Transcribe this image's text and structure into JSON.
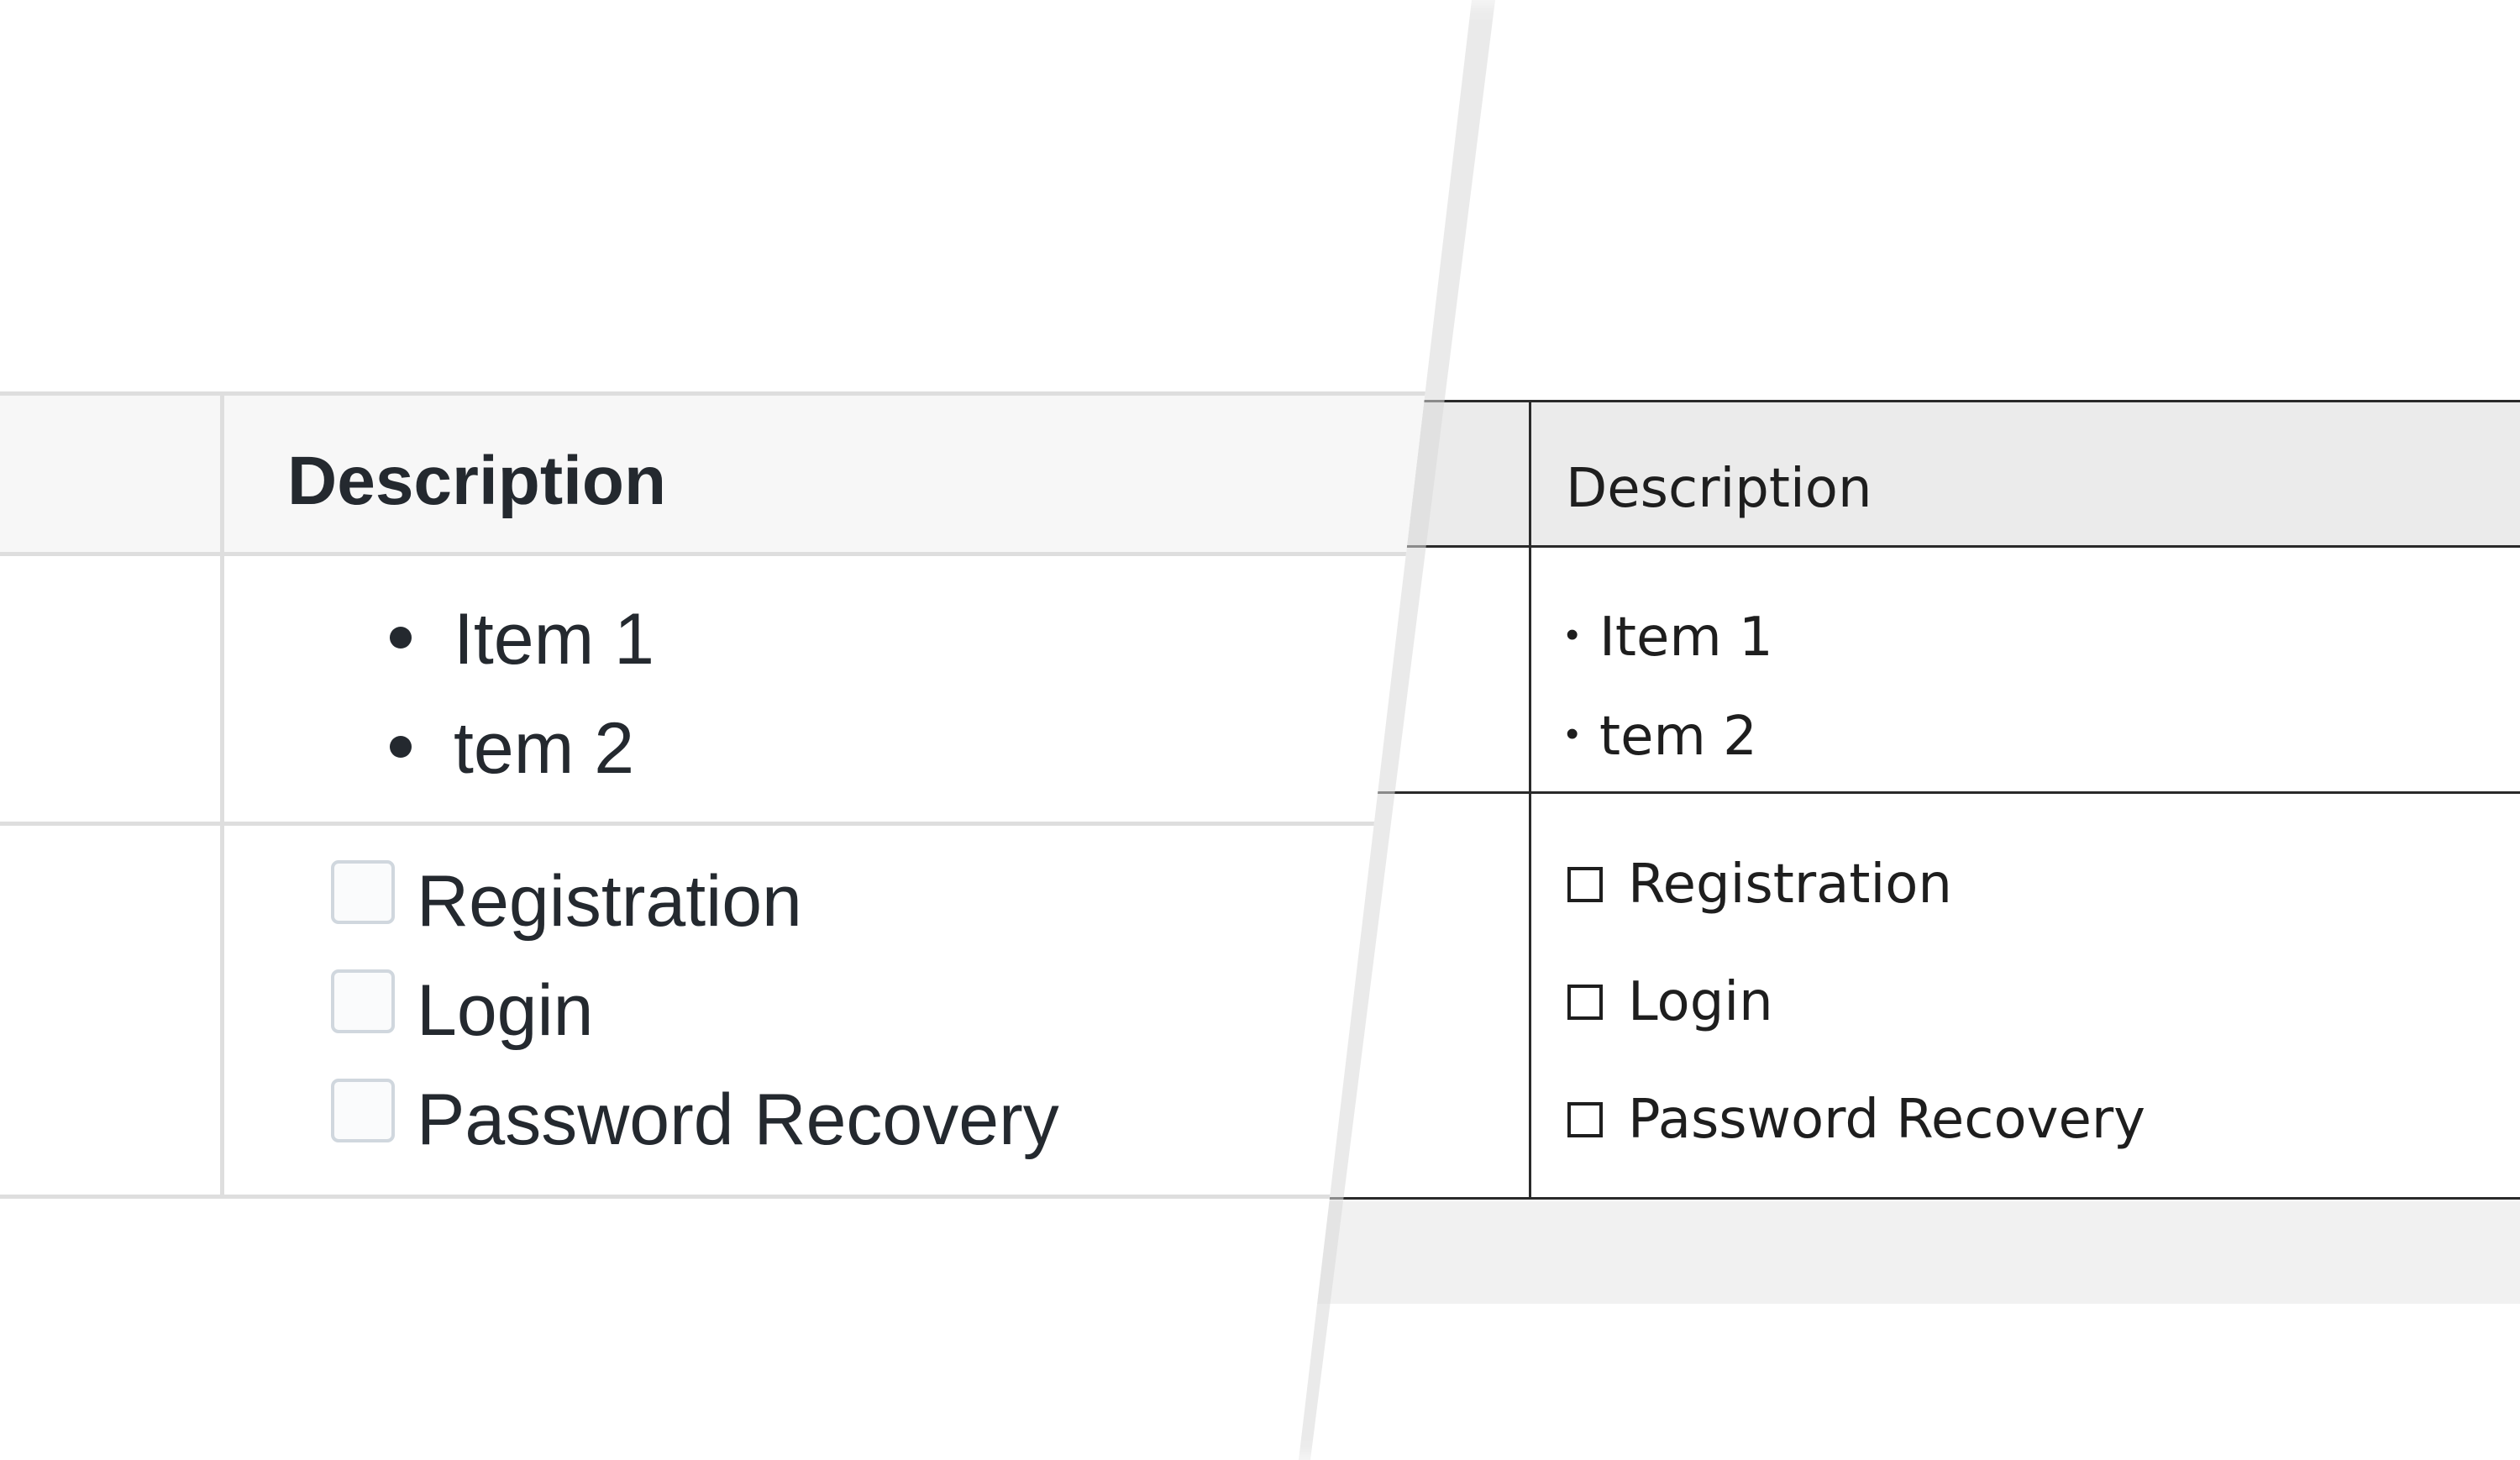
{
  "left_view": {
    "table": {
      "header": {
        "description": "Description"
      },
      "row_list": {
        "items": [
          "Item 1",
          "tem 2"
        ]
      },
      "row_tasks": {
        "tasks": [
          {
            "label": "Registration",
            "checked": false
          },
          {
            "label": "Login",
            "checked": false
          },
          {
            "label": "Password Recovery",
            "checked": false
          }
        ]
      }
    }
  },
  "right_view": {
    "table": {
      "header": {
        "description": "Description"
      },
      "row_list": {
        "items": [
          "Item 1",
          "tem 2"
        ]
      },
      "row_tasks": {
        "tasks": [
          {
            "label": "Registration",
            "checked": false
          },
          {
            "label": "Login",
            "checked": false
          },
          {
            "label": "Password Recovery",
            "checked": false
          }
        ]
      }
    }
  },
  "colors": {
    "left_text": "#24292f",
    "left_border": "#dedede",
    "left_header_bg": "#f7f7f7",
    "right_text": "#1e1e1e",
    "right_border": "#2a2a2a",
    "right_header_bg": "#ebebeb"
  }
}
